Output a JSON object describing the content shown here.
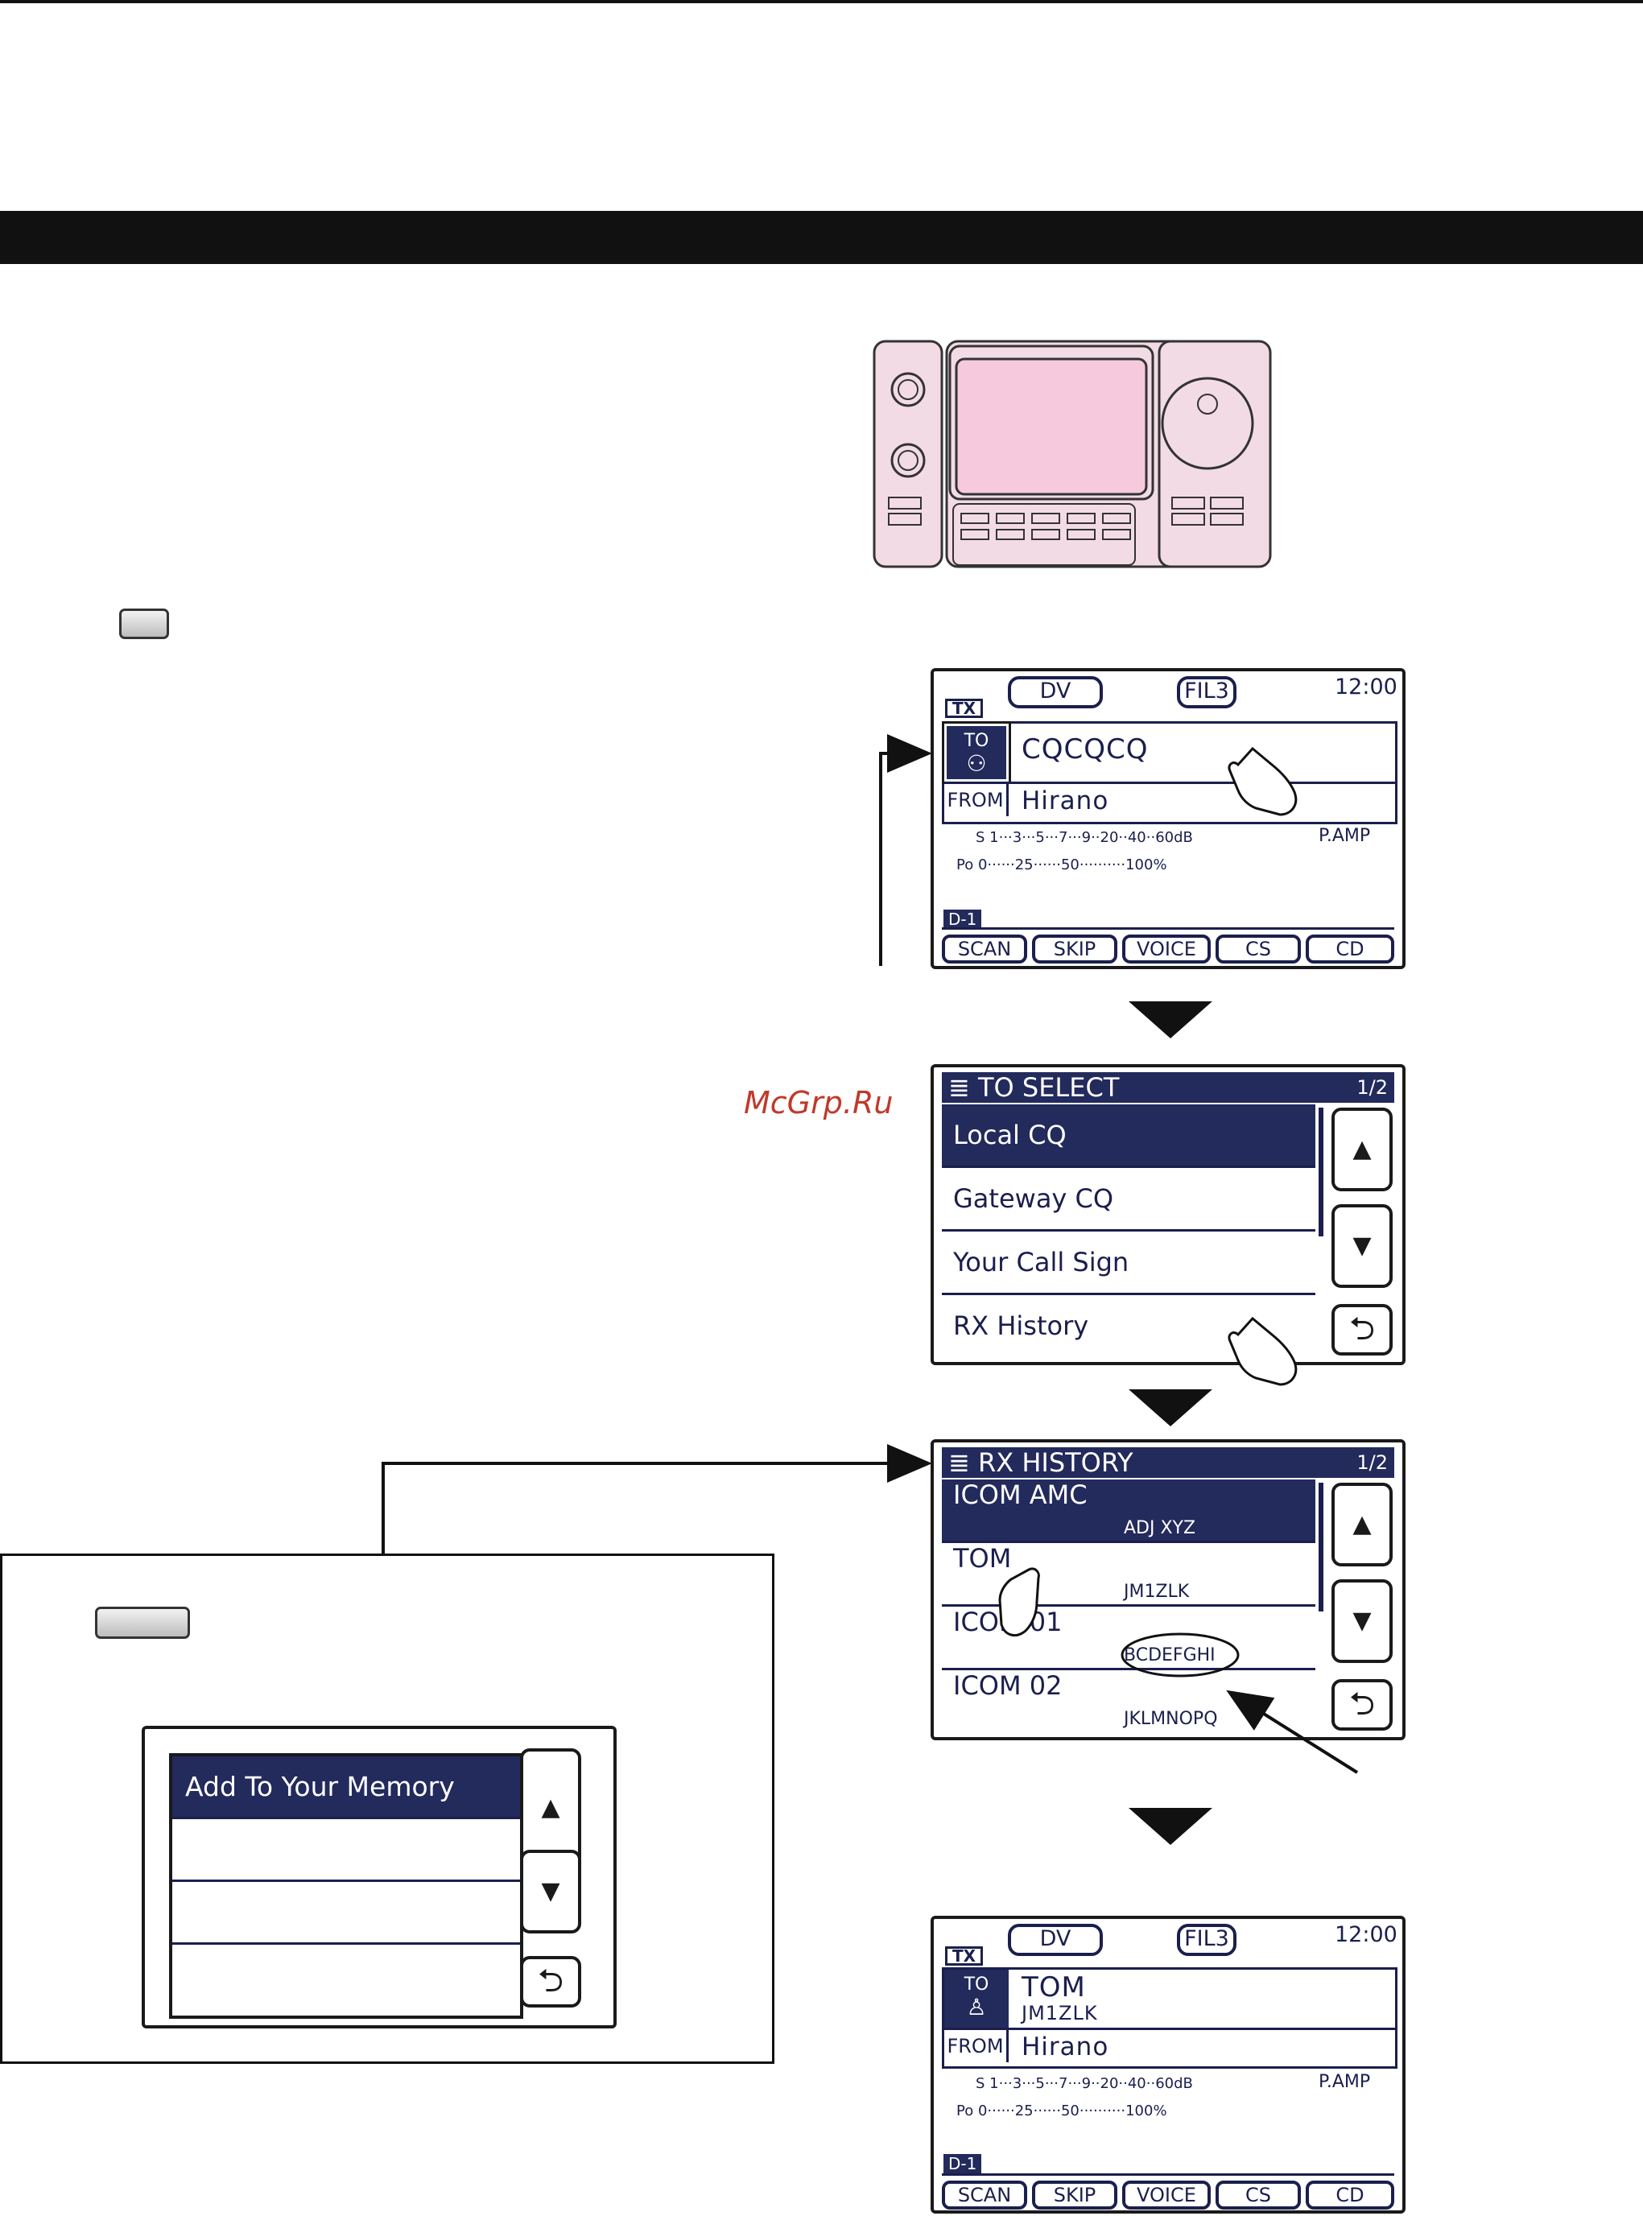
{
  "watermark": "McGrp.Ru",
  "screen1": {
    "mode": "DV",
    "filter": "FIL3",
    "time": "12:00",
    "tx": "TX",
    "to_label": "TO",
    "to_value": "CQCQCQ",
    "from_label": "FROM",
    "from_value": "Hirano",
    "s_meter": "S 1···3···5···7···9··20··40··60dB",
    "po_meter": "Po 0······25······50··········100%",
    "pamp": "P.AMP",
    "dtag": "D-1",
    "softkeys": [
      "SCAN",
      "SKIP",
      "VOICE",
      "CS",
      "CD"
    ]
  },
  "screen2": {
    "title": "TO SELECT",
    "page": "1/2",
    "items": [
      "Local CQ",
      "Gateway CQ",
      "Your Call Sign",
      "RX History"
    ]
  },
  "screen3": {
    "title": "RX HISTORY",
    "page": "1/2",
    "items": [
      {
        "name": "ICOM AMC",
        "call": "ADJ XYZ"
      },
      {
        "name": "TOM",
        "call": "JM1ZLK"
      },
      {
        "name": "ICOM 01",
        "call": "BCDEFGHI"
      },
      {
        "name": "ICOM 02",
        "call": "JKLMNOPQ"
      }
    ]
  },
  "popup": {
    "items": [
      "Add To Your Memory",
      "",
      "",
      ""
    ]
  },
  "screen4": {
    "mode": "DV",
    "filter": "FIL3",
    "time": "12:00",
    "tx": "TX",
    "to_label": "TO",
    "to_name": "TOM",
    "to_call": "JM1ZLK",
    "from_label": "FROM",
    "from_value": "Hirano",
    "s_meter": "S 1···3···5···7···9··20··40··60dB",
    "po_meter": "Po 0······25······50··········100%",
    "pamp": "P.AMP",
    "dtag": "D-1",
    "softkeys": [
      "SCAN",
      "SKIP",
      "VOICE",
      "CS",
      "CD"
    ]
  },
  "icons": {
    "up": "▲",
    "down": "▼",
    "return": "⮌",
    "menu": "≣",
    "to_group": "⚇",
    "to_person": "♙"
  }
}
